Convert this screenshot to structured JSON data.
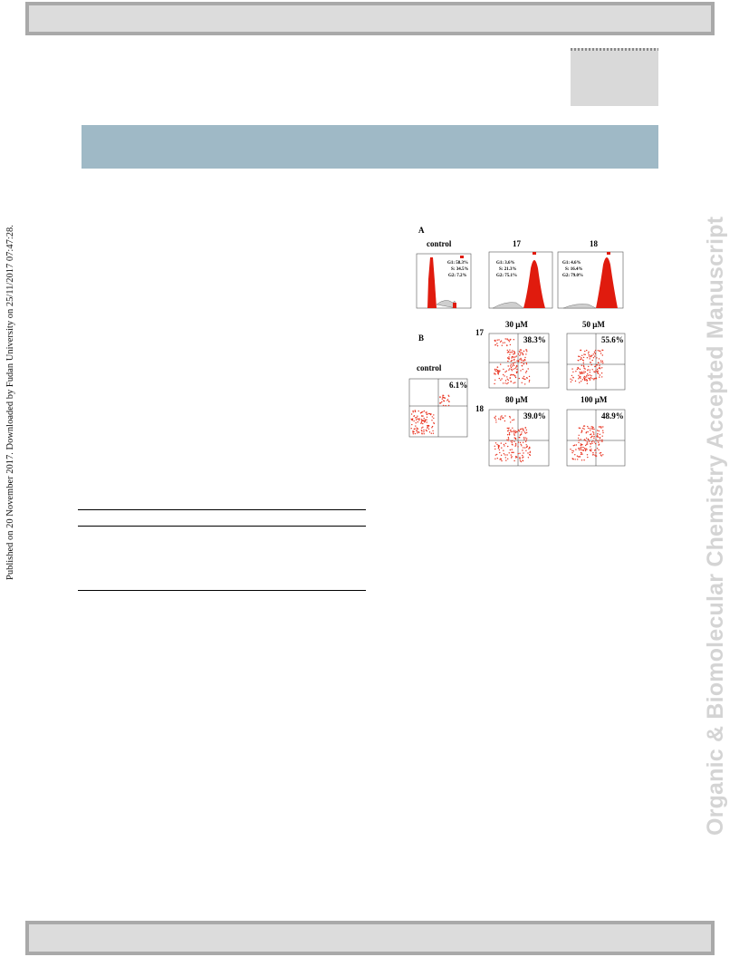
{
  "side_note": "Published on 20 November 2017. Downloaded by Fudan University on 25/11/2017 07:47:28.",
  "watermark": "Organic & Biomolecular Chemistry Accepted Manuscript",
  "figure": {
    "panel_a_label": "A",
    "panel_b_label": "B",
    "histograms": [
      {
        "title": "control",
        "g1": "G1: 58.3%",
        "s": "S: 34.5%",
        "g2": "G2: 7.2%"
      },
      {
        "title": "17",
        "g1": "G1: 3.6%",
        "s": "S: 21.3%",
        "g2": "G2: 75.1%"
      },
      {
        "title": "18",
        "g1": "G1: 4.6%",
        "s": "S: 16.4%",
        "g2": "G2: 79.0%"
      }
    ],
    "scatter_control": {
      "title": "control",
      "value": "6.1%"
    },
    "row_17_label": "17",
    "row_18_label": "18",
    "scatters": [
      {
        "title": "30 μM",
        "value": "38.3%"
      },
      {
        "title": "50 μM",
        "value": "55.6%"
      },
      {
        "title": "80 μM",
        "value": "39.0%"
      },
      {
        "title": "100 μM",
        "value": "48.9%"
      }
    ]
  },
  "colors": {
    "histogram_fill": "#e01b0e",
    "scatter_points": "#e8321f",
    "title_band": "#9fb9c6",
    "watermark": "#d4d4d4"
  }
}
